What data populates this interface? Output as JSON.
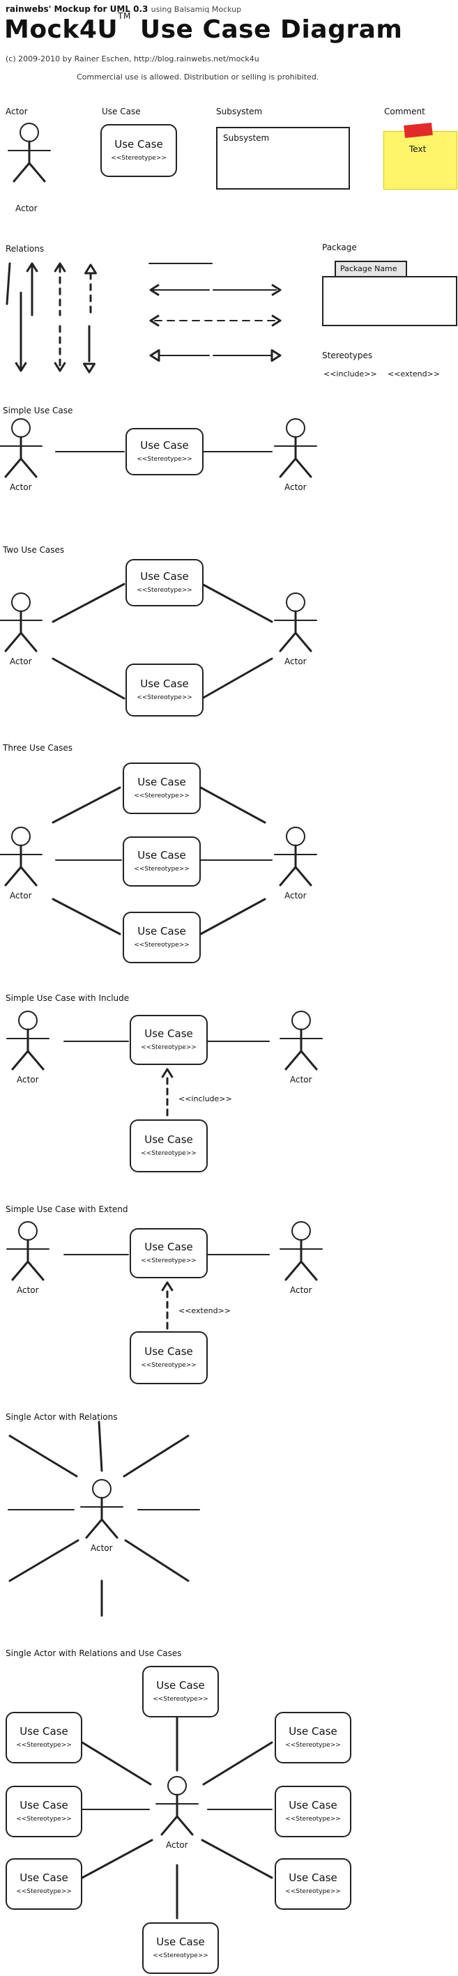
{
  "header": {
    "line1": "rainwebs' Mockup for UML 0.3",
    "line1_sub": "using Balsamiq Mockup",
    "title": "Mock4U",
    "trademark": "TM",
    "title_rest": "Use Case Diagram",
    "copyright": "(c) 2009-2010 by Rainer Eschen, http://blog.rainwebs.net/mock4u",
    "notice": "Commercial use is allowed. Distribution or selling is prohibited."
  },
  "palette": {
    "actor_label": "Actor",
    "usecase_label": "Use Case",
    "subsystem_label": "Subsystem",
    "subsystem_inner": "Subsystem",
    "comment_label": "Comment",
    "comment_text": "Text",
    "relations_label": "Relations",
    "package_label": "Package",
    "package_name": "Package Name",
    "stereotypes_label": "Stereotypes",
    "include": "<<include>>",
    "extend": "<<extend>>"
  },
  "usecase": {
    "name": "Use Case",
    "stereotype": "<<Stereotype>>"
  },
  "actor": {
    "name": "Actor"
  },
  "sections": {
    "simple": "Simple Use Case",
    "two": "Two Use Cases",
    "three": "Three Use Cases",
    "include": "Simple Use Case with Include",
    "extend": "Simple Use Case with Extend",
    "single_actor": "Single Actor with Relations",
    "single_actor_uc": "Single Actor with Relations and Use Cases"
  },
  "colors": {
    "ink": "#222222",
    "note_yellow": "#fff56a",
    "tag_red": "#e32a2a"
  }
}
